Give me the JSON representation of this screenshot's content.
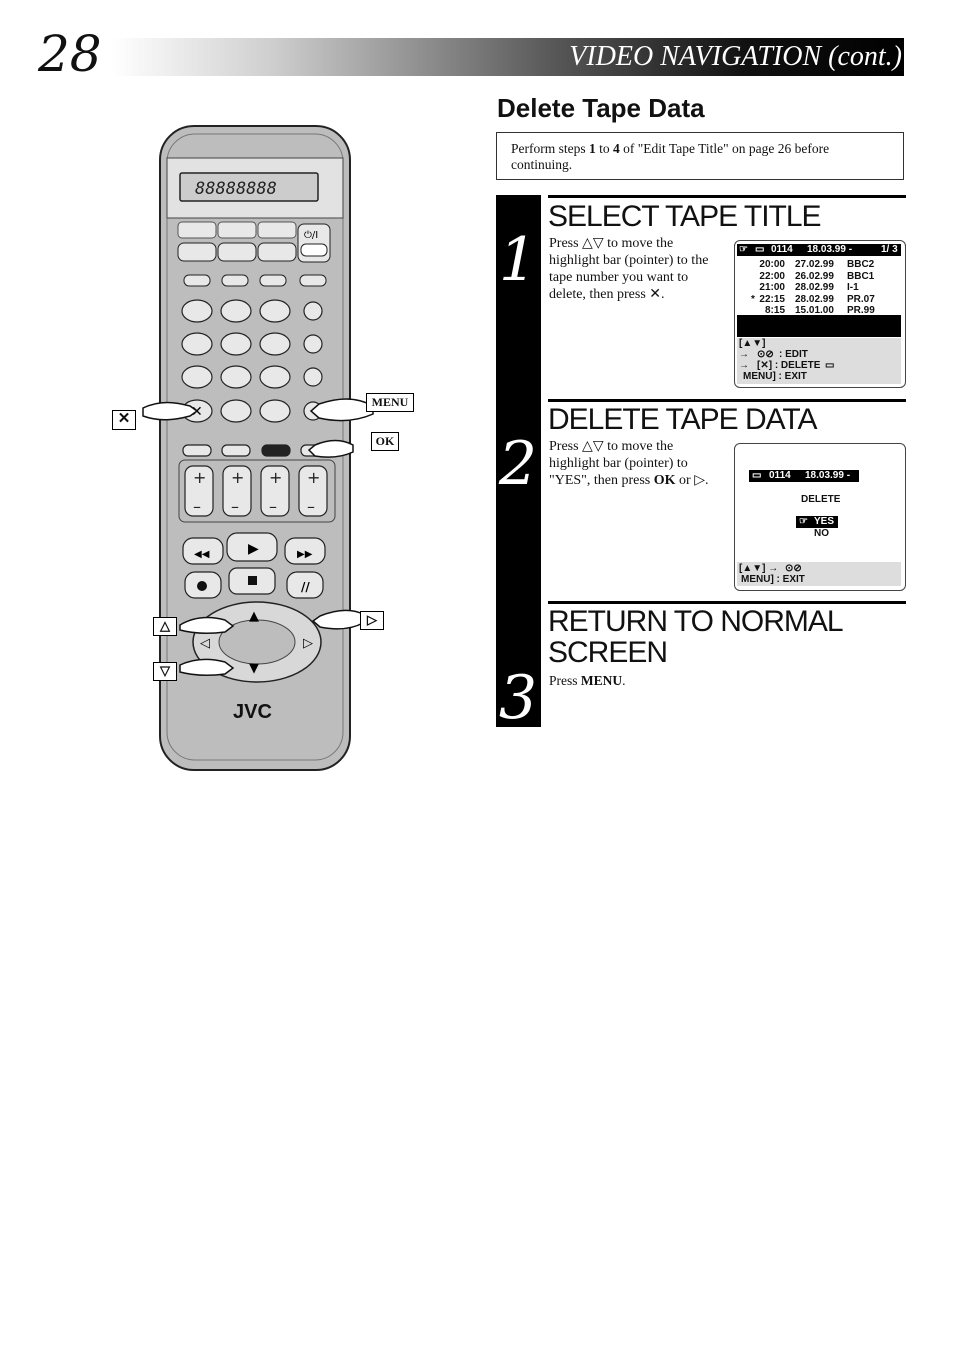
{
  "header": {
    "page_number": "28",
    "title": "VIDEO NAVIGATION (cont.)"
  },
  "section": {
    "title": "Delete Tape Data",
    "note_parts": [
      "Perform steps ",
      "1",
      " to ",
      "4",
      " of \"Edit Tape Title\" on page 26 before continuing."
    ]
  },
  "steps": [
    {
      "number": "1",
      "title": "SELECT TAPE TITLE",
      "text": "Press △▽ to move the highlight bar (pointer) to the tape number you want to delete, then press ✕."
    },
    {
      "number": "2",
      "title": "DELETE TAPE DATA",
      "text_parts": [
        "Press △▽ to move the highlight bar (pointer) to \"YES\", then press ",
        "OK",
        " or ▷."
      ]
    },
    {
      "number": "3",
      "title_lines": [
        "RETURN TO NORMAL",
        "SCREEN"
      ],
      "text_parts": [
        "Press ",
        "MENU",
        "."
      ]
    }
  ],
  "screen1": {
    "header_tape": "0114",
    "header_date": "18.03.99 -",
    "header_page": "1/ 3",
    "rows": [
      {
        "mark": "",
        "time": "20:00",
        "date": "27.02.99",
        "ch": "BBC2"
      },
      {
        "mark": "",
        "time": "22:00",
        "date": "26.02.99",
        "ch": "BBC1"
      },
      {
        "mark": "",
        "time": "21:00",
        "date": "28.02.99",
        "ch": "I-1"
      },
      {
        "mark": "*",
        "time": "22:15",
        "date": "28.02.99",
        "ch": "PR.07"
      },
      {
        "mark": "",
        "time": "8:15",
        "date": "15.01.00",
        "ch": "PR.99"
      }
    ],
    "footer": [
      "[▲▼]",
      ": EDIT",
      "[✕] : DELETE",
      "MENU] : EXIT"
    ]
  },
  "screen2": {
    "header_tape": "0114",
    "header_date": "18.03.99 -",
    "label": "DELETE",
    "options": [
      "YES",
      "NO"
    ],
    "footer": [
      "[▲▼] →",
      "MENU] : EXIT"
    ]
  },
  "remote": {
    "brand": "JVC",
    "callouts": {
      "menu": "MENU",
      "ok": "OK",
      "cancel": "✕",
      "up": "△",
      "down": "▽",
      "right": "▷"
    }
  },
  "colors": {
    "remote_body": "#bdbdbd",
    "remote_button": "#e8e8e8",
    "header_dark": "#000000"
  }
}
